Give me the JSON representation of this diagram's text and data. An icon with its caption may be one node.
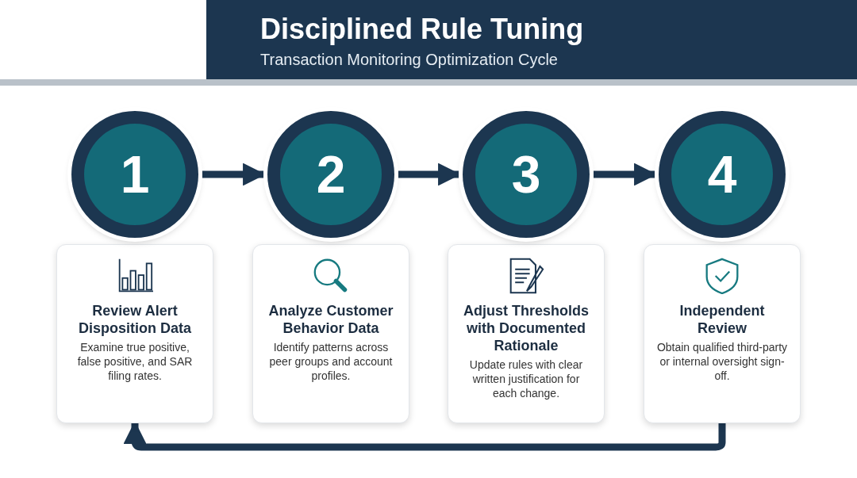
{
  "diagram": {
    "title": "Disciplined Rule Tuning",
    "caption": "Transaction Monitoring Optimization Cycle",
    "nodes": [
      {
        "text": [
          "1"
        ]
      },
      {
        "text": [
          "Review Alert Disposition Data",
          "Examine true positive, false positive, and SAR filing rates."
        ]
      },
      {
        "text": [
          "2"
        ]
      },
      {
        "text": [
          "Analyze Customer Behavior Data",
          "Identify patterns across peer groups and account profiles."
        ]
      },
      {
        "text": [
          "3"
        ]
      },
      {
        "text": [
          "Adjust Thresholds with Documented Rationale",
          "Update rules with clear written justification for each change."
        ]
      },
      {
        "text": [
          "4"
        ]
      },
      {
        "text": [
          "Independent Review",
          "Obtain qualified third-party or internal oversight sign-off."
        ]
      }
    ],
    "edges": [
      {
        "from": 0,
        "to": 2,
        "arrow": "to"
      },
      {
        "from": 2,
        "to": 4,
        "arrow": "to"
      },
      {
        "from": 4,
        "to": 6,
        "arrow": "to"
      },
      {
        "from": 7,
        "to": 1,
        "arrow": "to"
      }
    ]
  }
}
